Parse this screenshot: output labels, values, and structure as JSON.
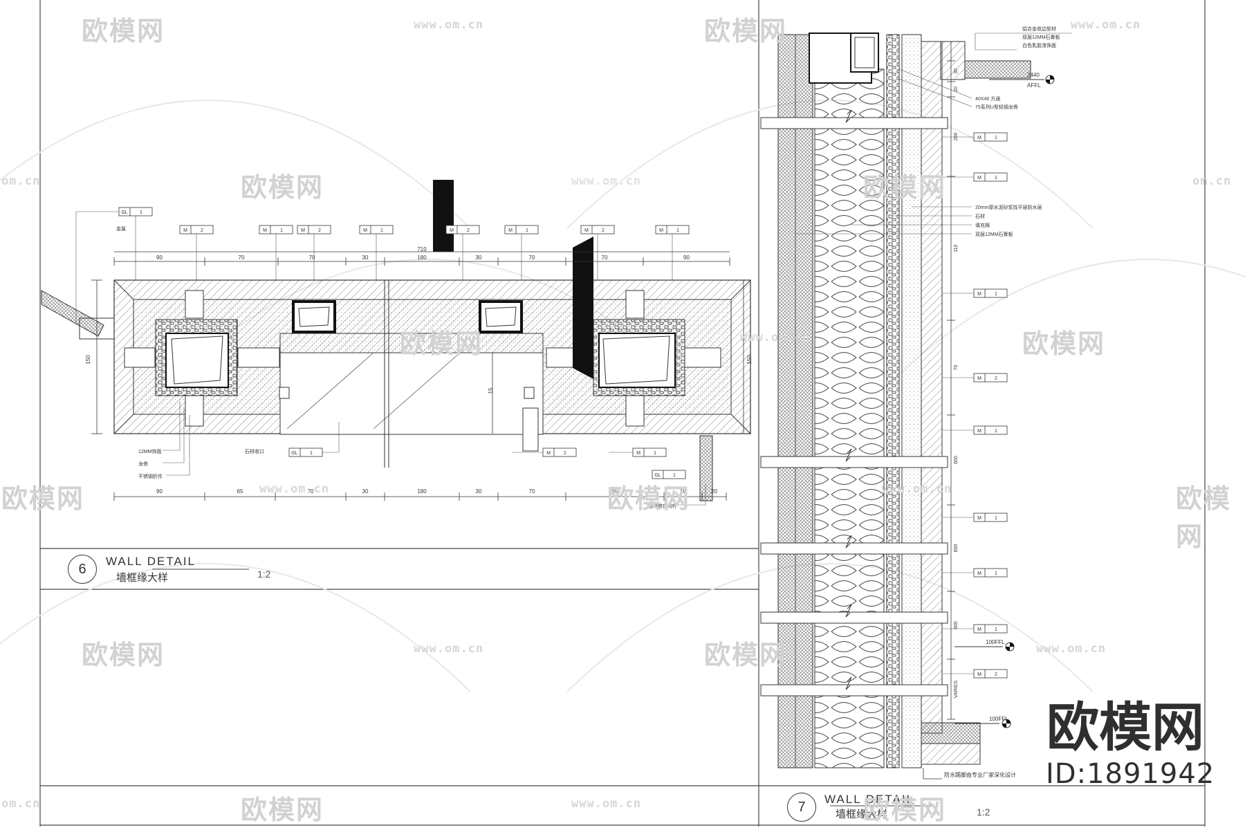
{
  "watermark": {
    "logo_text": "欧模网",
    "site_text": "www.om.cn",
    "cut_text": "om.cn",
    "cut_logo": "欧模网"
  },
  "brand": {
    "name": "欧模网",
    "id": "ID:1891942"
  },
  "detail_6": {
    "number": "6",
    "title_en": "WALL  DETAIL",
    "title_cn": "墙框缘大样",
    "scale": "1:2",
    "tags_top": [
      {
        "code": "GL",
        "num": "1"
      },
      {
        "code": "M",
        "num": "2"
      },
      {
        "code": "M",
        "num": "1"
      },
      {
        "code": "M",
        "num": "2"
      },
      {
        "code": "M",
        "num": "1"
      },
      {
        "code": "M",
        "num": "2"
      },
      {
        "code": "M",
        "num": "1"
      },
      {
        "code": "M",
        "num": "2"
      },
      {
        "code": "M",
        "num": "1"
      }
    ],
    "tags_bottom": [
      {
        "code": "GL",
        "num": "1"
      },
      {
        "code": "M",
        "num": "2"
      },
      {
        "code": "M",
        "num": "1"
      },
      {
        "code": "GL",
        "num": "1"
      }
    ],
    "dims_top": [
      "90",
      "70",
      "70",
      "30",
      "180",
      "30",
      "70",
      "70",
      "90"
    ],
    "dim_overall": "710",
    "dims_bottom": [
      "90",
      "65",
      "70",
      "30",
      "180",
      "30",
      "70",
      "65",
      "10",
      "20"
    ],
    "dim_side": "150",
    "dim_mid": "15",
    "notes": [
      "金属",
      "12MM饰面",
      "龙骨",
      "不锈钢折件",
      "石材收口",
      "玻璃收口构件"
    ]
  },
  "detail_7": {
    "number": "7",
    "title_en": "WALL  DETAIL",
    "title_cn": "墙框缘大样",
    "scale": "1:2",
    "top_notes": [
      "铝合金收边型材",
      "双层12MM石膏板",
      "白色乳胶漆饰面"
    ],
    "level_1": "2440",
    "level_1_label": "AFFL",
    "notes_mid": [
      "40X40 方通",
      "75系列U型轻钢龙骨"
    ],
    "notes_layers": [
      "20mm厚水泥砂浆找平层防水层",
      "石材",
      "填充棉",
      "双层12MM石膏板"
    ],
    "tags": [
      {
        "code": "M",
        "num": "1"
      },
      {
        "code": "M",
        "num": "1"
      },
      {
        "code": "M",
        "num": "1"
      },
      {
        "code": "M",
        "num": "2"
      },
      {
        "code": "M",
        "num": "1"
      },
      {
        "code": "M",
        "num": "1"
      },
      {
        "code": "M",
        "num": "1"
      },
      {
        "code": "M",
        "num": "1"
      },
      {
        "code": "M",
        "num": "2"
      }
    ],
    "dims": [
      "30",
      "20",
      "200",
      "110",
      "70",
      "600",
      "600",
      "600",
      "VARIES"
    ],
    "level_2": "100FFL",
    "level_3": "100FFL",
    "bottom_note": "防水踢脚由专业厂家深化设计"
  }
}
